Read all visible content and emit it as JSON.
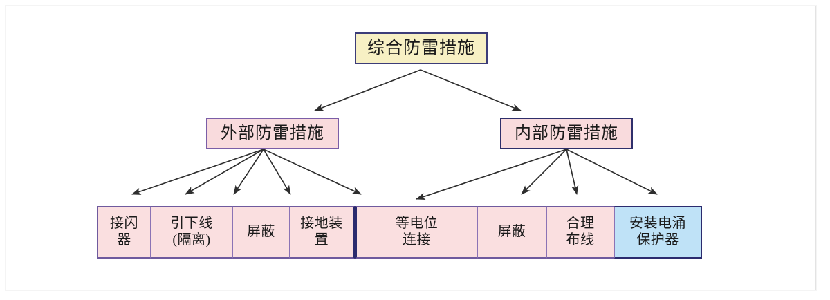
{
  "page": {
    "watermark_text": "",
    "background": "#ffffff",
    "frame_border": "#e3e3e3"
  },
  "diagram": {
    "type": "tree",
    "title": "综合防雷措施",
    "colors": {
      "root_fill": "#f7f0c4",
      "root_border": "#3c3c78",
      "branch_fill": "#f9dbdd",
      "branch_border_external": "#7b5ea7",
      "branch_border_internal": "#2f2f6b",
      "leaf_fill": "#fadfe0",
      "leaf_fill_highlight": "#bfe2f7",
      "leaf_border": "#6f5a9e",
      "leaf_border_strong": "#2b2b6e",
      "arrow": "#333333"
    },
    "root": {
      "label": "综合防雷措施"
    },
    "branches": [
      {
        "id": "external",
        "label": "外部防雷措施"
      },
      {
        "id": "internal",
        "label": "内部防雷措施"
      }
    ],
    "leaves": [
      {
        "id": "air-termination",
        "label": "接闪\n器",
        "parent": "external",
        "fill": "pink"
      },
      {
        "id": "down-conductor",
        "label": "引下线\n(隔离)",
        "parent": "external",
        "fill": "pink"
      },
      {
        "id": "shielding-ext",
        "label": "屏蔽",
        "parent": "external",
        "fill": "pink"
      },
      {
        "id": "earthing",
        "label": "接地装\n置",
        "parent": "external",
        "fill": "pink"
      },
      {
        "id": "equipotential",
        "label": "等电位\n连接",
        "parent": "internal",
        "fill": "pink"
      },
      {
        "id": "shielding-int",
        "label": "屏蔽",
        "parent": "internal",
        "fill": "pink"
      },
      {
        "id": "rational-wiring",
        "label": "合理\n布线",
        "parent": "internal",
        "fill": "pink"
      },
      {
        "id": "install-spd",
        "label": "安装电涌\n保护器",
        "parent": "internal",
        "fill": "blue"
      }
    ]
  }
}
